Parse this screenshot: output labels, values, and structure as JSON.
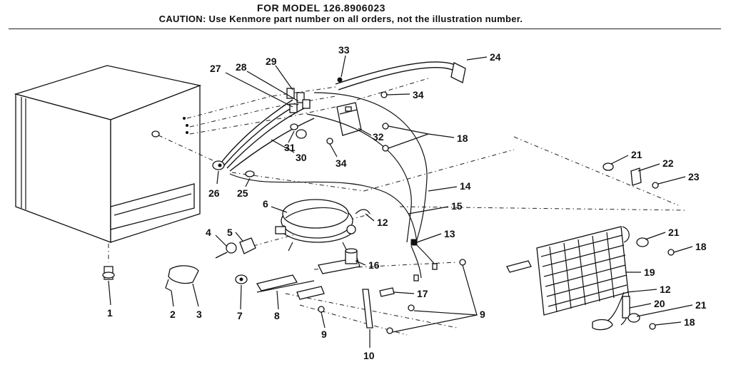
{
  "header": {
    "model_line": "FOR MODEL 126.8906023",
    "caution_line": "CAUTION: Use Kenmore part number on all orders, not the illustration number."
  },
  "callouts": {
    "n1": "1",
    "n2": "2",
    "n3": "3",
    "n4": "4",
    "n5": "5",
    "n6": "6",
    "n7": "7",
    "n8": "8",
    "n9a": "9",
    "n9b": "9",
    "n10": "10",
    "n12a": "12",
    "n12b": "12",
    "n13": "13",
    "n14": "14",
    "n15": "15",
    "n16": "16",
    "n17": "17",
    "n18a": "18",
    "n18b": "18",
    "n18c": "18",
    "n19": "19",
    "n20": "20",
    "n21a": "21",
    "n21b": "21",
    "n21c": "21",
    "n22": "22",
    "n23": "23",
    "n24": "24",
    "n25": "25",
    "n26": "26",
    "n27": "27",
    "n28": "28",
    "n29": "29",
    "n30": "30",
    "n31": "31",
    "n32": "32",
    "n33": "33",
    "n34a": "34",
    "n34b": "34"
  }
}
